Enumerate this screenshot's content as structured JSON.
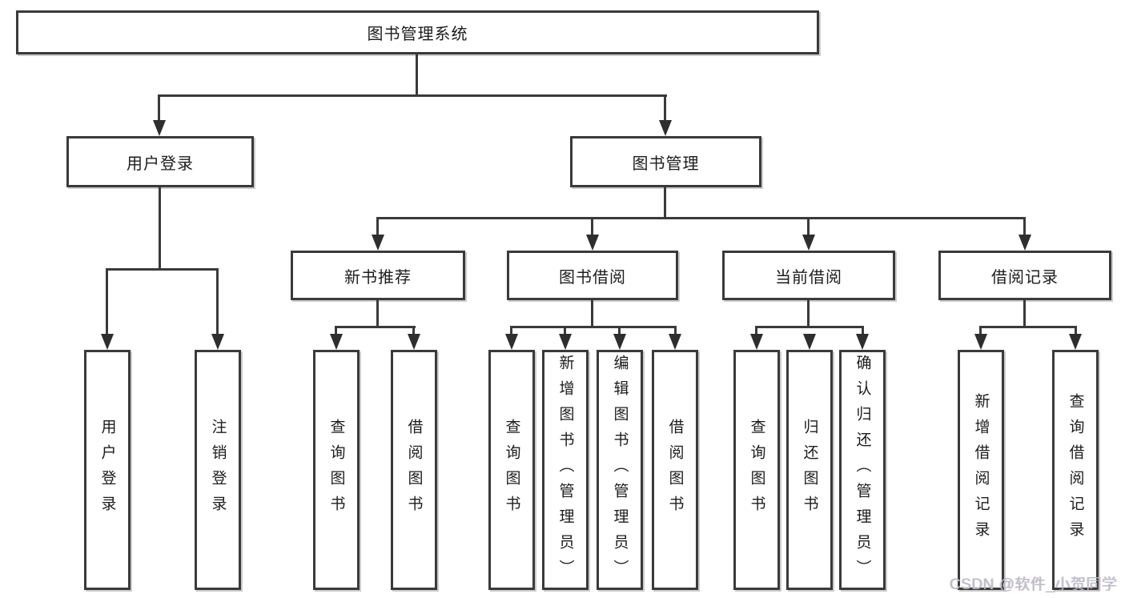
{
  "tree": {
    "root": "图书管理系统",
    "branches": [
      {
        "label": "用户登录",
        "children": [
          "用户登录",
          "注销登录"
        ]
      },
      {
        "label": "图书管理",
        "sections": [
          {
            "label": "新书推荐",
            "children": [
              "查询图书",
              "借阅图书"
            ]
          },
          {
            "label": "图书借阅",
            "children": [
              "查询图书",
              "新增图书（管理员）",
              "编辑图书（管理员）",
              "借阅图书"
            ]
          },
          {
            "label": "当前借阅",
            "children": [
              "查询图书",
              "归还图书",
              "确认归还（管理员）"
            ]
          },
          {
            "label": "借阅记录",
            "children": [
              "新增借阅记录",
              "查询借阅记录"
            ]
          }
        ]
      }
    ]
  },
  "watermark": {
    "text": "CSDN @软件_小贺同学"
  },
  "colors": {
    "line": "#3a3a3a",
    "arrow": "#2e2e2e",
    "text": "#1c1c1c",
    "box_bg": "#ffffff",
    "watermark": "#b9bbc4"
  }
}
